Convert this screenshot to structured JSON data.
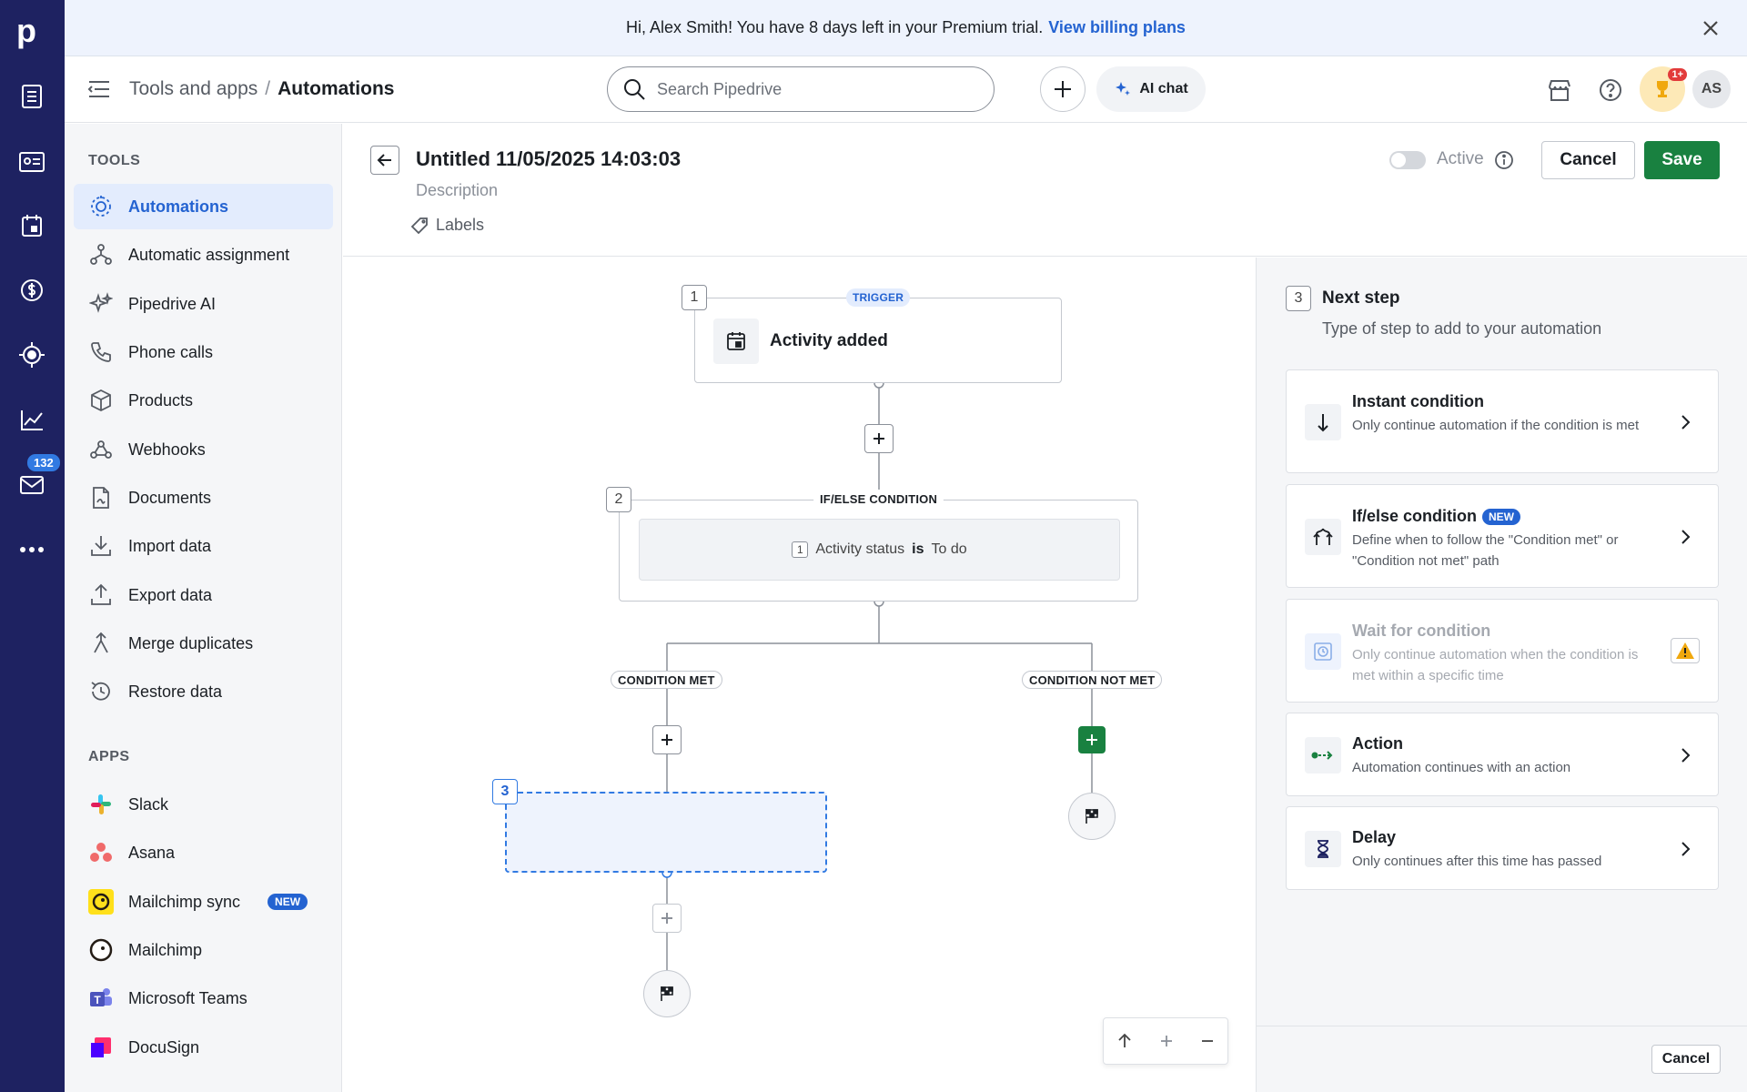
{
  "banner": {
    "text": "Hi, Alex Smith! You have 8 days left in your Premium trial.",
    "link": "View billing plans"
  },
  "rail": {
    "logo": "p",
    "mail_badge": "132"
  },
  "header": {
    "crumb_parent": "Tools and apps",
    "crumb_sep": "/",
    "crumb_current": "Automations",
    "search_placeholder": "Search Pipedrive",
    "ai_chat": "AI chat",
    "trophy_badge": "1+",
    "avatar": "AS"
  },
  "sidebar": {
    "tools_title": "TOOLS",
    "tools": [
      {
        "label": "Automations"
      },
      {
        "label": "Automatic assignment"
      },
      {
        "label": "Pipedrive AI"
      },
      {
        "label": "Phone calls"
      },
      {
        "label": "Products"
      },
      {
        "label": "Webhooks"
      },
      {
        "label": "Documents"
      },
      {
        "label": "Import data"
      },
      {
        "label": "Export data"
      },
      {
        "label": "Merge duplicates"
      },
      {
        "label": "Restore data"
      }
    ],
    "apps_title": "APPS",
    "apps": [
      {
        "label": "Slack"
      },
      {
        "label": "Asana"
      },
      {
        "label": "Mailchimp sync",
        "badge": "NEW"
      },
      {
        "label": "Mailchimp"
      },
      {
        "label": "Microsoft Teams"
      },
      {
        "label": "DocuSign"
      }
    ]
  },
  "editor": {
    "title": "Untitled 11/05/2025 14:03:03",
    "description_placeholder": "Description",
    "labels": "Labels",
    "active_label": "Active",
    "cancel": "Cancel",
    "save": "Save"
  },
  "flow": {
    "step1": {
      "num": "1",
      "tag": "TRIGGER",
      "title": "Activity added"
    },
    "step2": {
      "num": "2",
      "tag": "IF/ELSE CONDITION",
      "cond_num": "1",
      "cond_field": "Activity status",
      "cond_op": "is",
      "cond_value": "To do"
    },
    "branch_met": "CONDITION MET",
    "branch_not_met": "CONDITION NOT MET",
    "step3": {
      "num": "3"
    }
  },
  "panel": {
    "num": "3",
    "title": "Next step",
    "subtitle": "Type of step to add to your automation",
    "cards": [
      {
        "title": "Instant condition",
        "desc": "Only continue automation if the condition is met"
      },
      {
        "title": "If/else condition",
        "badge": "NEW",
        "desc": "Define when to follow the \"Condition met\" or \"Condition not met\" path"
      },
      {
        "title": "Wait for condition",
        "desc": "Only continue automation when the condition is met within a specific time"
      },
      {
        "title": "Action",
        "desc": "Automation continues with an action"
      },
      {
        "title": "Delay",
        "desc": "Only continues after this time has passed"
      }
    ],
    "footer_cancel": "Cancel"
  },
  "colors": {
    "rail": "#1e2261",
    "accent": "#2463d1",
    "save": "#198140"
  }
}
